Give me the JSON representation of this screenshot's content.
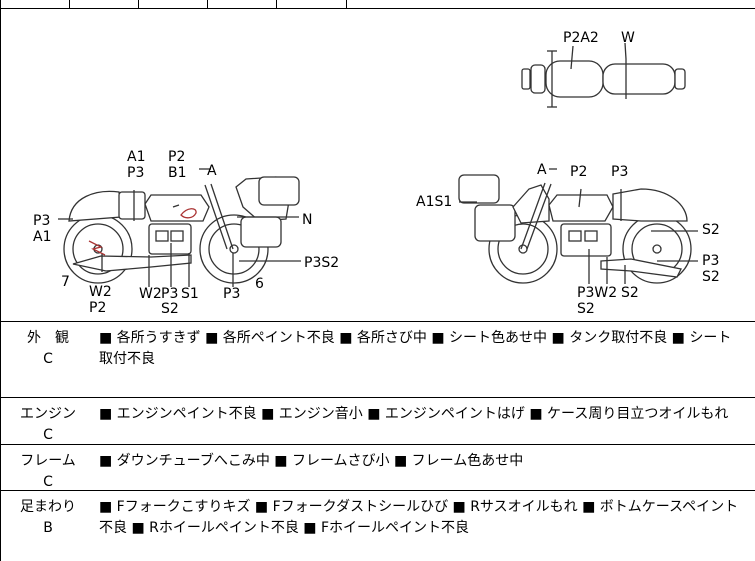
{
  "diagram": {
    "top_view": {
      "labels": [
        "P2A2",
        "W"
      ]
    },
    "left_view": {
      "labels": [
        "A1",
        "P3",
        "P2",
        "B1",
        "A",
        "N",
        "P3",
        "A1",
        "7",
        "W2",
        "P2",
        "W2",
        "P3",
        "S1",
        "S2",
        "P3",
        "6",
        "P3S2"
      ]
    },
    "right_view": {
      "labels": [
        "A",
        "P2",
        "P3",
        "A1S1",
        "S2",
        "P3",
        "S2",
        "P3W2",
        "S2",
        "S2"
      ]
    }
  },
  "sections": [
    {
      "category": "外　観",
      "grade": "C",
      "text": "■ 各所うすきず ■ 各所ペイント不良 ■ 各所さび中 ■ シート色あせ中 ■ タンク取付不良 ■ シート取付不良"
    },
    {
      "category": "エンジン",
      "grade": "C",
      "text": "■ エンジンペイント不良 ■ エンジン音小 ■ エンジンペイントはげ ■ ケース周り目立つオイルもれ"
    },
    {
      "category": "フレーム",
      "grade": "C",
      "text": "■ ダウンチューブへこみ中 ■ フレームさび小 ■ フレーム色あせ中"
    },
    {
      "category": "足まわり",
      "grade": "B",
      "text": "■ Fフォークこすりキズ ■ Fフォークダストシールひび ■ Rサスオイルもれ ■ ボトムケースペイント不良 ■ Rホイールペイント不良 ■ Fホイールペイント不良"
    }
  ]
}
